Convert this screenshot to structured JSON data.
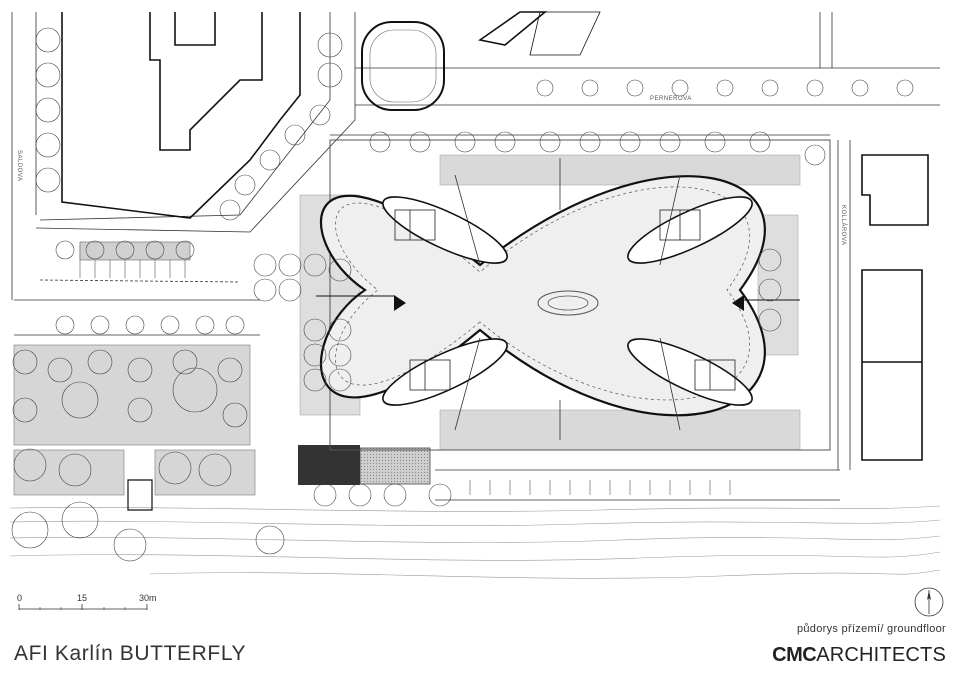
{
  "streets": {
    "north": "PERNEROVA",
    "west": "SALDOVA",
    "east": "KOLLÁROVA"
  },
  "scale": {
    "ticks": [
      "0",
      "15",
      "30m"
    ]
  },
  "drawing": {
    "project_title": "AFI Karlín BUTTERFLY",
    "floor_label": "půdorys přízemí/ groundfloor",
    "firm_bold": "CMC",
    "firm_light": "ARCHITECTS"
  },
  "colors": {
    "line": "#222222",
    "gray_fill": "#d4d4d4",
    "light_fill": "#ededed"
  }
}
